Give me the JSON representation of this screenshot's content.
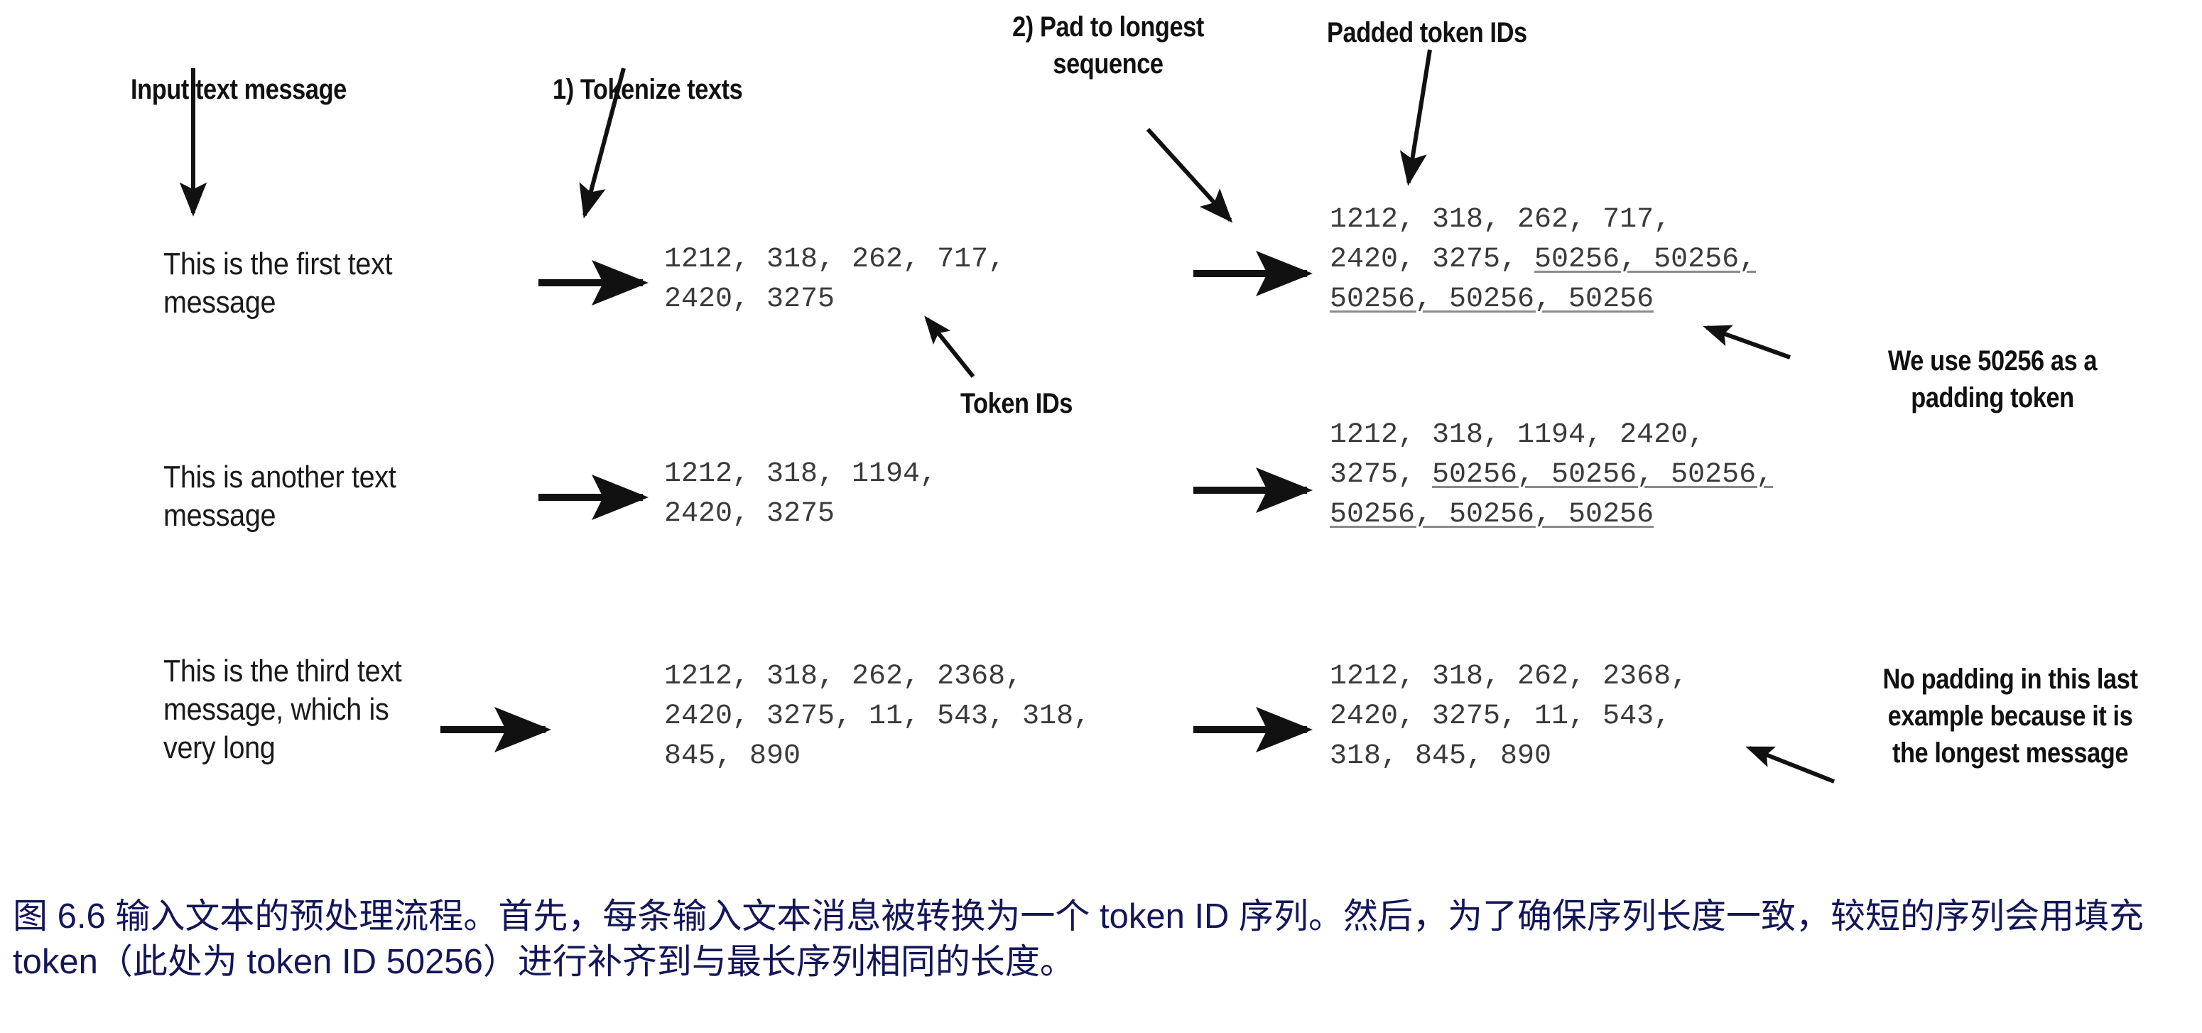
{
  "figure": {
    "annotations": {
      "input_text_message": "Input text message",
      "tokenize_texts": "1) Tokenize texts",
      "pad_to_longest": "2) Pad to longest\nsequence",
      "padded_token_ids": "Padded token IDs",
      "token_ids": "Token IDs",
      "padding_note": "We use 50256 as a\npadding token",
      "no_padding_note": "No padding in this last\nexample because it is\nthe longest message"
    },
    "rows": [
      {
        "message": "This is the first text\nmessage",
        "token_ids": "1212, 318, 262, 717,\n2420, 3275",
        "padded_prefix": "1212, 318, 262, 717,\n2420, 3275, ",
        "padded_suffix": "50256, 50256,\n50256, 50256, 50256"
      },
      {
        "message": "This is another text\nmessage",
        "token_ids": "1212, 318, 1194,\n2420, 3275",
        "padded_prefix": "1212, 318, 1194, 2420,\n3275, ",
        "padded_suffix": "50256, 50256, 50256,\n50256, 50256, 50256"
      },
      {
        "message": "This is the third text\nmessage, which is\nvery long",
        "token_ids": "1212, 318, 262, 2368,\n2420, 3275, 11, 543, 318,\n845, 890",
        "padded_prefix": "1212, 318, 262, 2368,\n2420, 3275, 11, 543,\n318, 845, 890",
        "padded_suffix": ""
      }
    ],
    "caption": "图 6.6 输入文本的预处理流程。首先，每条输入文本消息被转换为一个 token ID 序列。然后，为了确保序列长度一致，较短的序列会用填充 token（此处为 token ID 50256）进行补齐到与最长序列相同的长度。",
    "colors": {
      "ink": "#111111",
      "token_ink": "#3a3a3a",
      "caption": "#14165a",
      "underline": "#8a8a8a",
      "background": "#ffffff"
    }
  }
}
